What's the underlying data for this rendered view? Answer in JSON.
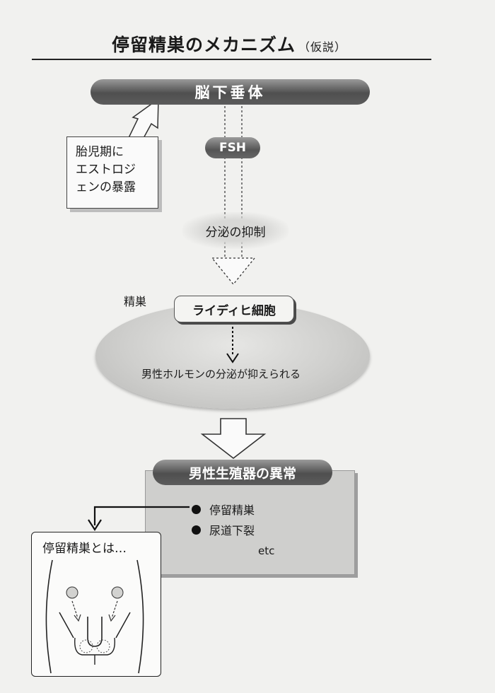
{
  "title": "停留精巣のメカニズム",
  "title_note": "（仮説）",
  "pituitary": "脳下垂体",
  "callout_lines": [
    "胎児期に",
    "エストロジ",
    "ェンの暴露"
  ],
  "fsh": "FSH",
  "inhibition": "分泌の抑制",
  "testis_label": "精巣",
  "leydig": "ライディヒ細胞",
  "hormone_suppressed": "男性ホルモンの分泌が抑えられる",
  "abnormality_title": "男性生殖器の異常",
  "abnormality_items": [
    "停留精巣",
    "尿道下裂"
  ],
  "abnormality_etc": "etc",
  "inset_title": "停留精巣とは…"
}
